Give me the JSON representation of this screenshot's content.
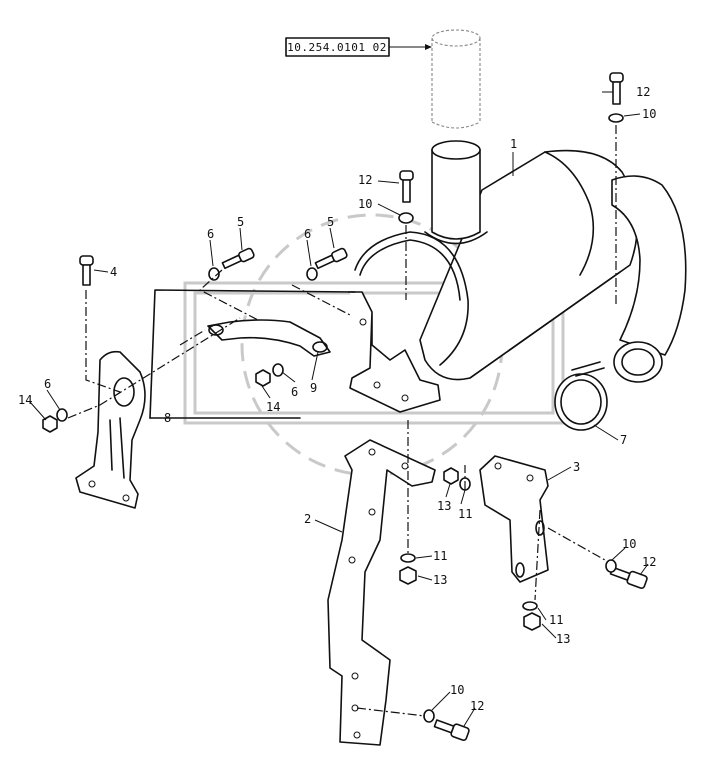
{
  "reference": {
    "code": "10.254.0101 02"
  },
  "callouts": [
    {
      "id": "c1",
      "text": "1"
    },
    {
      "id": "c2",
      "text": "2"
    },
    {
      "id": "c3",
      "text": "3"
    },
    {
      "id": "c4",
      "text": "4"
    },
    {
      "id": "c5a",
      "text": "5"
    },
    {
      "id": "c5b",
      "text": "5"
    },
    {
      "id": "c6a",
      "text": "6"
    },
    {
      "id": "c6b",
      "text": "6"
    },
    {
      "id": "c6c",
      "text": "6"
    },
    {
      "id": "c6d",
      "text": "6"
    },
    {
      "id": "c7",
      "text": "7"
    },
    {
      "id": "c8",
      "text": "8"
    },
    {
      "id": "c9",
      "text": "9"
    },
    {
      "id": "c10a",
      "text": "10"
    },
    {
      "id": "c10b",
      "text": "10"
    },
    {
      "id": "c10c",
      "text": "10"
    },
    {
      "id": "c10d",
      "text": "10"
    },
    {
      "id": "c11a",
      "text": "11"
    },
    {
      "id": "c11b",
      "text": "11"
    },
    {
      "id": "c11c",
      "text": "11"
    },
    {
      "id": "c12a",
      "text": "12"
    },
    {
      "id": "c12b",
      "text": "12"
    },
    {
      "id": "c12c",
      "text": "12"
    },
    {
      "id": "c12d",
      "text": "12"
    },
    {
      "id": "c13a",
      "text": "13"
    },
    {
      "id": "c13b",
      "text": "13"
    },
    {
      "id": "c13c",
      "text": "13"
    },
    {
      "id": "c14a",
      "text": "14"
    },
    {
      "id": "c14b",
      "text": "14"
    }
  ]
}
